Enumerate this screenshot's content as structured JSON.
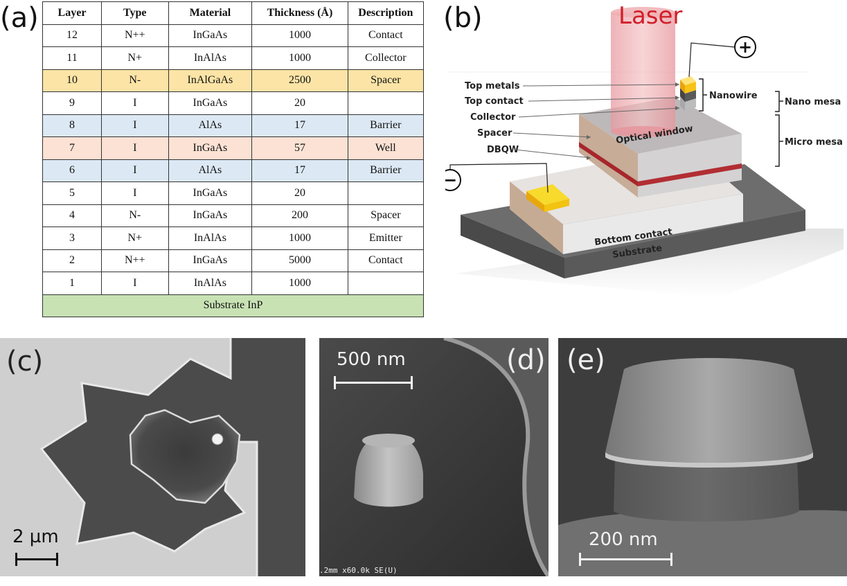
{
  "panels": {
    "a": {
      "label": "(a)"
    },
    "b": {
      "label": "(b)"
    },
    "c": {
      "label": "(c)",
      "scale": "2 µm"
    },
    "d": {
      "label": "(d)",
      "scale": "500 nm",
      "footer": ".2mm x60.0k SE(U)"
    },
    "e": {
      "label": "(e)",
      "scale": "200 nm"
    }
  },
  "table": {
    "headers": [
      "Layer",
      "Type",
      "Material",
      "Thickness (Å)",
      "Description"
    ],
    "rows": [
      [
        "12",
        "N++",
        "InGaAs",
        "1000",
        "Contact"
      ],
      [
        "11",
        "N+",
        "InAlAs",
        "1000",
        "Collector"
      ],
      [
        "10",
        "N-",
        "InAlGaAs",
        "2500",
        "Spacer"
      ],
      [
        "9",
        "I",
        "InGaAs",
        "20",
        ""
      ],
      [
        "8",
        "I",
        "AlAs",
        "17",
        "Barrier"
      ],
      [
        "7",
        "I",
        "InGaAs",
        "57",
        "Well"
      ],
      [
        "6",
        "I",
        "AlAs",
        "17",
        "Barrier"
      ],
      [
        "5",
        "I",
        "InGaAs",
        "20",
        ""
      ],
      [
        "4",
        "N-",
        "InGaAs",
        "200",
        "Spacer"
      ],
      [
        "3",
        "N+",
        "InAlAs",
        "1000",
        "Emitter"
      ],
      [
        "2",
        "N++",
        "InGaAs",
        "5000",
        "Contact"
      ],
      [
        "1",
        "I",
        "InAlAs",
        "1000",
        ""
      ]
    ],
    "row_colors": [
      "",
      "",
      "c-yellow",
      "",
      "c-blue",
      "c-peach",
      "c-blue",
      "",
      "",
      "",
      "",
      ""
    ],
    "substrate": "Substrate InP"
  },
  "diagram": {
    "laser": "Laser",
    "plus": "+",
    "minus": "−",
    "top_metals": "Top metals",
    "top_contact": "Top contact",
    "collector": "Collector",
    "spacer": "Spacer",
    "dbqw": "DBQW",
    "nanowire": "Nanowire",
    "nano_mesa": "Nano mesa",
    "micro_mesa": "Micro mesa",
    "optical_window": "Optical window",
    "bottom_contact": "Bottom contact",
    "substrate": "Substrate"
  }
}
